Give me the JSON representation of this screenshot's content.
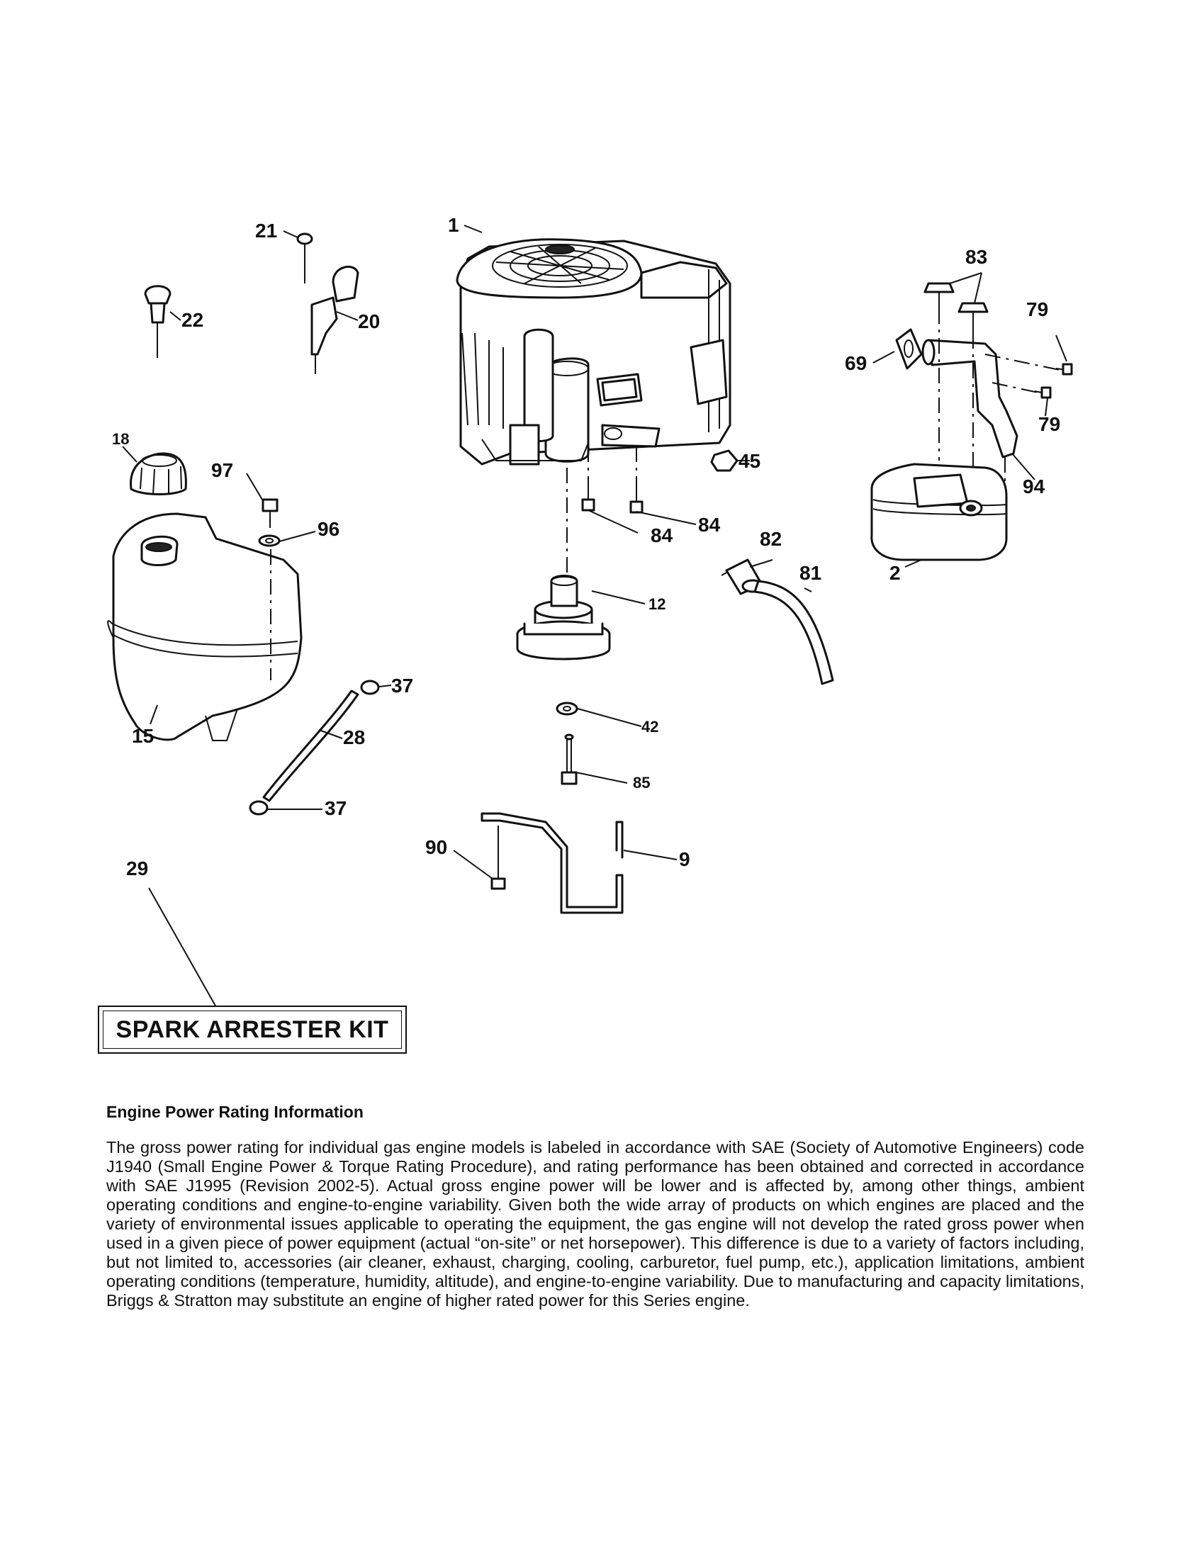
{
  "diagram": {
    "callouts": [
      {
        "id": "c1",
        "text": "1"
      },
      {
        "id": "c21",
        "text": "21"
      },
      {
        "id": "c22",
        "text": "22"
      },
      {
        "id": "c20",
        "text": "20"
      },
      {
        "id": "c18",
        "text": "18"
      },
      {
        "id": "c97",
        "text": "97"
      },
      {
        "id": "c96",
        "text": "96"
      },
      {
        "id": "c15",
        "text": "15"
      },
      {
        "id": "c37a",
        "text": "37"
      },
      {
        "id": "c28",
        "text": "28"
      },
      {
        "id": "c37b",
        "text": "37"
      },
      {
        "id": "c45",
        "text": "45"
      },
      {
        "id": "c84a",
        "text": "84"
      },
      {
        "id": "c84b",
        "text": "84"
      },
      {
        "id": "c12",
        "text": "12"
      },
      {
        "id": "c42",
        "text": "42"
      },
      {
        "id": "c85",
        "text": "85"
      },
      {
        "id": "c90",
        "text": "90"
      },
      {
        "id": "c9",
        "text": "9"
      },
      {
        "id": "c82",
        "text": "82"
      },
      {
        "id": "c81",
        "text": "81"
      },
      {
        "id": "c83",
        "text": "83"
      },
      {
        "id": "c79a",
        "text": "79"
      },
      {
        "id": "c69",
        "text": "69"
      },
      {
        "id": "c79b",
        "text": "79"
      },
      {
        "id": "c94",
        "text": "94"
      },
      {
        "id": "c2",
        "text": "2"
      },
      {
        "id": "c29",
        "text": "29"
      }
    ]
  },
  "spark_arrester_kit": {
    "label": "SPARK ARRESTER KIT"
  },
  "rating": {
    "title": "Engine Power Rating Information",
    "body": "The gross power rating for individual gas engine models is labeled in accordance with SAE (Society of Automotive Engineers) code J1940 (Small Engine Power & Torque Rating Procedure), and rating performance has been obtained and corrected in accordance with SAE J1995 (Revision 2002-5). Actual gross engine power will be lower and is affected by, among other things, ambient operating conditions and engine-to-engine variability. Given both the wide array of products on which engines are placed and the variety of environmental issues applicable to operating the equipment, the gas engine will not develop the rated gross power when used in a given piece of power equipment (actual “on-site” or net horsepower). This difference is due to a variety of factors including, but not limited to, accessories (air cleaner, exhaust, charging, cooling, carburetor, fuel pump, etc.), application limitations, ambient operating conditions (temperature, humidity, altitude), and engine-to-engine variability. Due to manufacturing and capacity limitations, Briggs & Stratton may substitute an engine of higher rated power for this Series engine."
  }
}
